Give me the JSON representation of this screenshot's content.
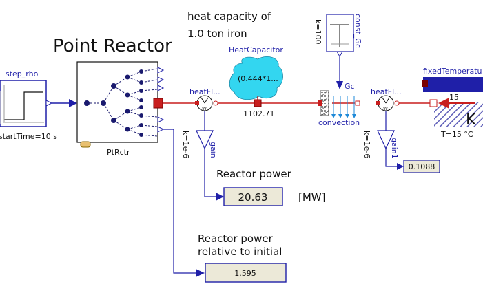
{
  "texts": {
    "heat_capacity_line1": "heat capacity of",
    "heat_capacity_line2": "1.0 ton iron",
    "point_reactor": "Point Reactor",
    "reactor_power": "Reactor power",
    "reactor_power_rel_line1": "Reactor power",
    "reactor_power_rel_line2": "relative to initial",
    "units_mw": "[MW]"
  },
  "blocks": {
    "step_rho": {
      "name": "step_rho",
      "param": "startTime=10 s"
    },
    "point_reactor": {
      "name": "PtRctr"
    },
    "heat_capacitor": {
      "name": "HeatCapacitor",
      "value": "(0.444*1...",
      "temperature": "1102.71"
    },
    "heat_flow_sensor1": {
      "name": "heatFl..."
    },
    "heat_flow_sensor2": {
      "name": "heatFl..."
    },
    "gain": {
      "name": "gain",
      "k": "k=1e-6"
    },
    "gain1": {
      "name": "gain1",
      "k": "k=1e-6"
    },
    "const_gc": {
      "name": "const_Gc",
      "k": "k=100"
    },
    "convection": {
      "name": "convection",
      "port": "Gc"
    },
    "fixed_temperature": {
      "name": "fixedTemperatu",
      "value": "15",
      "unit": "K",
      "param": "T=15 °C"
    }
  },
  "displays": {
    "reactor_power": "20.63",
    "reactor_power_relative": "1.595",
    "heat_flow2_gain": "0.1088"
  },
  "colors": {
    "connector_blue": "#1f1fa8",
    "heat_red": "#c81e1e",
    "display_fill": "#ece9d8",
    "capacitor_cyan": "#33d6f0",
    "hatch": "#5e5eb8"
  }
}
